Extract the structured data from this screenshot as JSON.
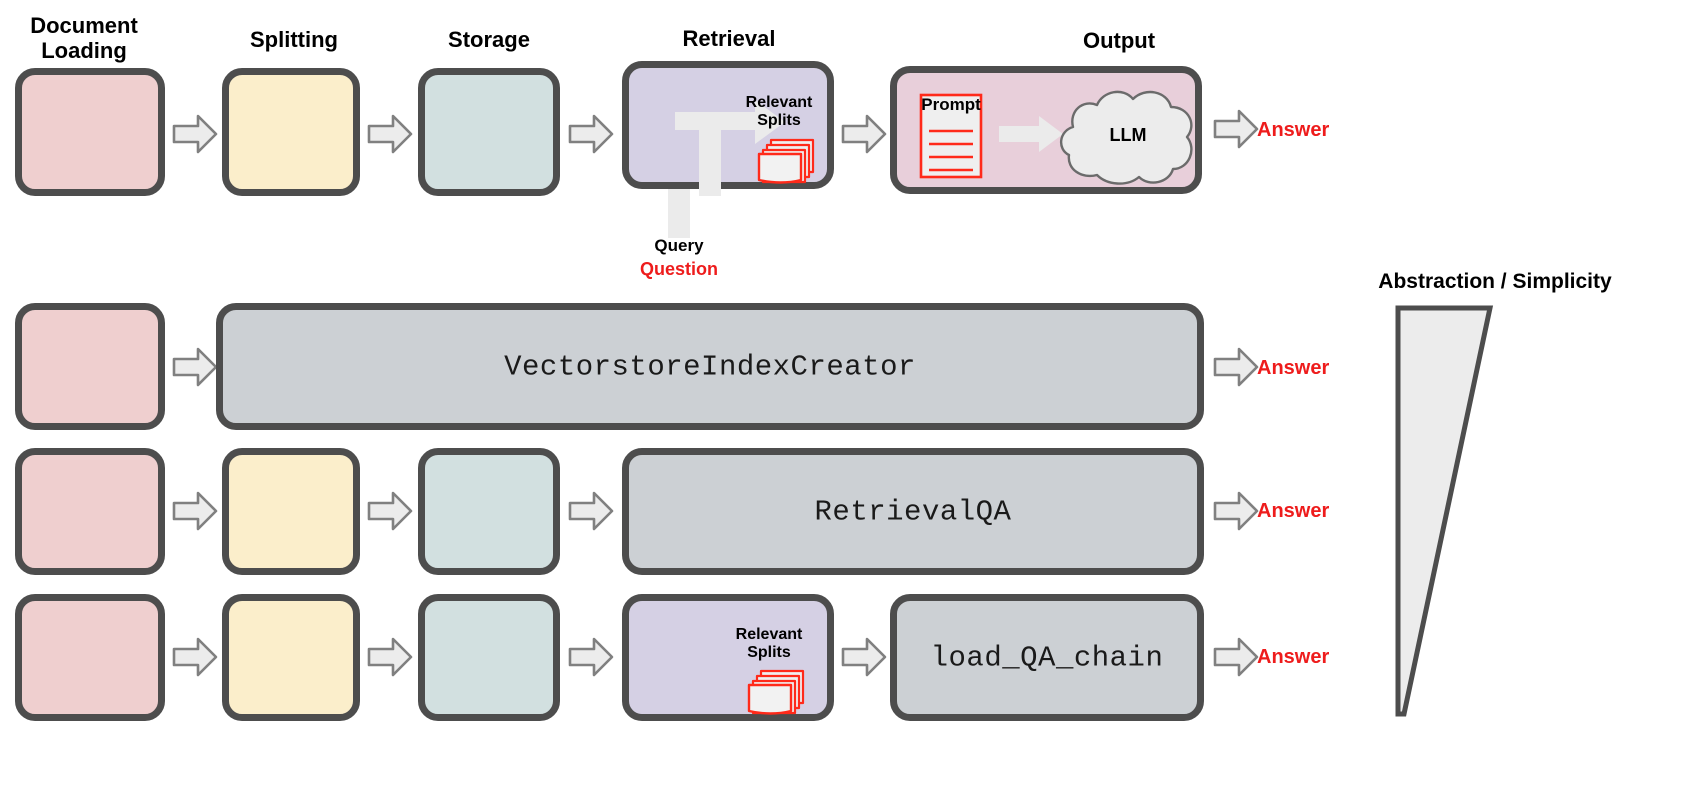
{
  "diagram": {
    "title_hidden": "RAG pipeline abstraction levels",
    "colors": {
      "pink": "#efcfcf",
      "yellow": "#fbeecb",
      "teal": "#d2e0e0",
      "purple": "#d5d0e4",
      "rose": "#e8cfda",
      "gray": "#ccd0d4",
      "border": "#4d4d4d",
      "accent_red": "#ee1c1c",
      "arrow_fill": "#ececec",
      "white_arrow": "#ebebeb"
    }
  },
  "stage_titles": [
    {
      "id": "document-loading",
      "label": "Document\nLoading"
    },
    {
      "id": "splitting",
      "label": "Splitting"
    },
    {
      "id": "storage",
      "label": "Storage"
    },
    {
      "id": "retrieval",
      "label": "Retrieval"
    },
    {
      "id": "output",
      "label": "Output"
    }
  ],
  "retrieval": {
    "relevant_splits_label": "Relevant\nSplits",
    "query_label": "Query",
    "question_label": "Question"
  },
  "output": {
    "prompt_label": "Prompt",
    "llm_label": "LLM"
  },
  "answers": {
    "row1": "Answer",
    "row2": "Answer",
    "row3": "Answer",
    "row4": "Answer"
  },
  "rows": [
    {
      "id": "row-detailed",
      "boxes": [
        "document-loading",
        "splitting",
        "storage",
        "retrieval",
        "output"
      ],
      "api_label": ""
    },
    {
      "id": "row-vectorstore-index-creator",
      "boxes": [
        "document-loading",
        "api"
      ],
      "api_label": "VectorstoreIndexCreator"
    },
    {
      "id": "row-retrievalqa",
      "boxes": [
        "document-loading",
        "splitting",
        "storage",
        "api"
      ],
      "api_label": "RetrievalQA"
    },
    {
      "id": "row-load-qa-chain",
      "boxes": [
        "document-loading",
        "splitting",
        "storage",
        "retrieval",
        "api"
      ],
      "api_label": "load_QA_chain"
    }
  ],
  "wedge": {
    "label": "Abstraction / Simplicity"
  }
}
